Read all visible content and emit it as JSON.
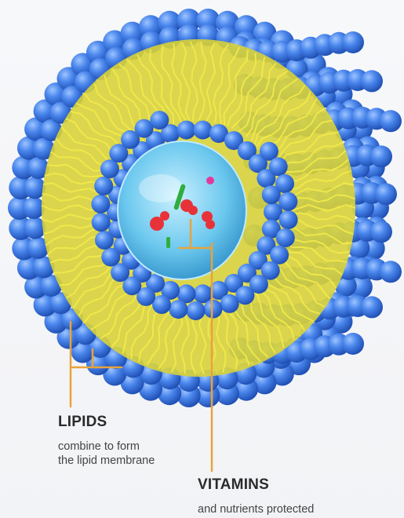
{
  "labels": {
    "lipids": {
      "title": "LIPIDS",
      "line1": "combine to form",
      "line2": "the lipid membrane"
    },
    "vitamins": {
      "title": "VITAMINS",
      "line1": "and nutrients protected"
    }
  },
  "colors": {
    "sphere": "#3f7ee8",
    "sphere_light": "#8ab8ff",
    "sphere_dark": "#1f4fb3",
    "tail": "#d8d23a",
    "core": "#7fd4f2",
    "pointer": "#e8a33c",
    "nutrient_red": "#e8323a",
    "nutrient_green": "#2fae3e",
    "nutrient_pink": "#e23a9a"
  }
}
